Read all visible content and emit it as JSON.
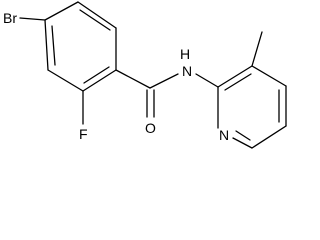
{
  "molecule": {
    "atom_labels": {
      "bromine": "Br",
      "fluorine": "F",
      "oxygen": "O",
      "amide_nitrogen": "N",
      "amide_hydrogen": "H",
      "pyridine_nitrogen": "N"
    },
    "colors": {
      "bond": "#000000",
      "label": "#000000",
      "background": "#ffffff"
    }
  }
}
